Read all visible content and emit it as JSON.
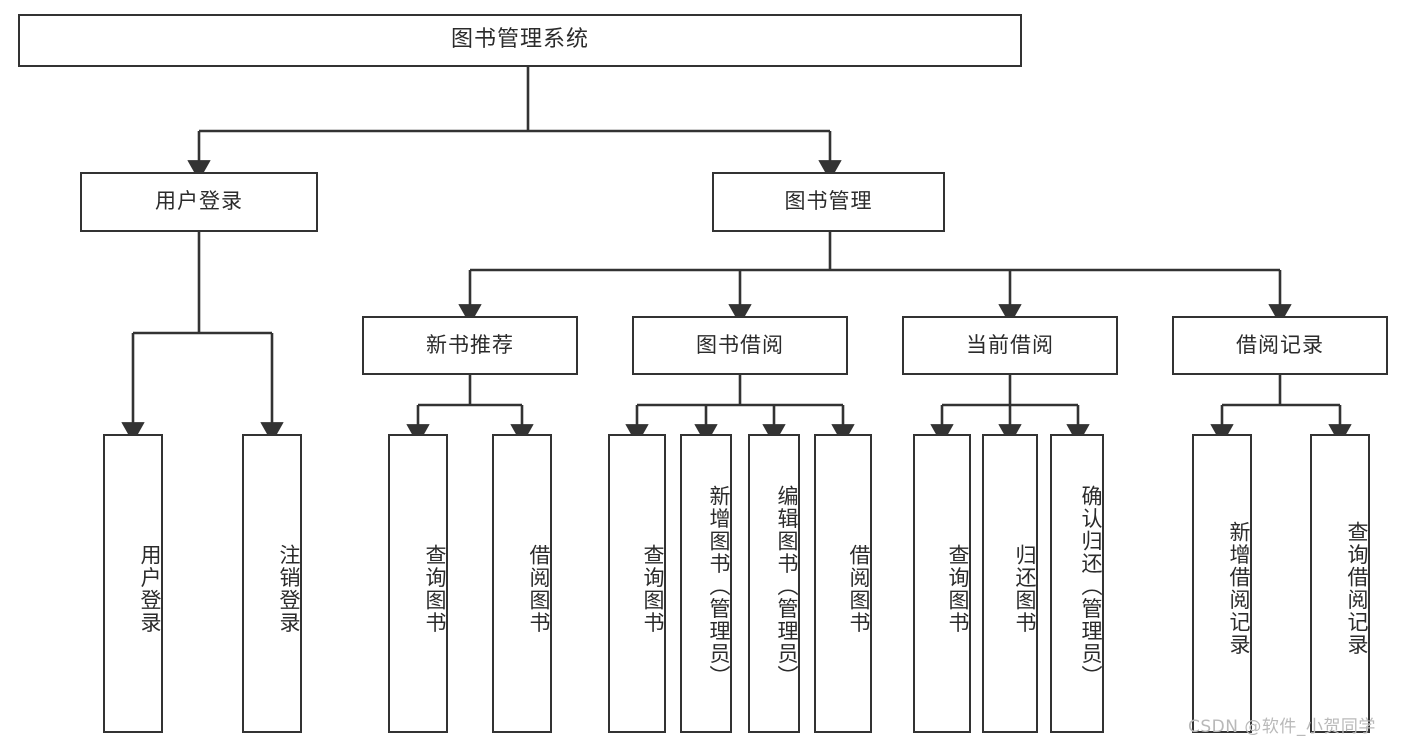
{
  "diagram": {
    "title": "图书管理系统",
    "watermark": "CSDN @软件_小贺同学",
    "edge_color": "#333333",
    "box_border_color": "#333333",
    "box_fill_color": "#ffffff",
    "text_color": "#2b2b2b",
    "background_color": "#ffffff"
  },
  "nodes": {
    "root": {
      "label": "图书管理系统"
    },
    "level1": [
      {
        "id": "user-login",
        "label": "用户登录"
      },
      {
        "id": "book-management",
        "label": "图书管理"
      }
    ],
    "level2": [
      {
        "id": "new-book-recommend",
        "label": "新书推荐"
      },
      {
        "id": "book-borrow",
        "label": "图书借阅"
      },
      {
        "id": "current-borrow",
        "label": "当前借阅"
      },
      {
        "id": "borrow-record",
        "label": "借阅记录"
      }
    ],
    "leaves": {
      "user_login": [
        {
          "id": "leaf-user-login",
          "label": "用户登录"
        },
        {
          "id": "leaf-logout-login",
          "label": "注销登录"
        }
      ],
      "new_book_recommend": [
        {
          "id": "leaf-query-book-1",
          "label": "查询图书"
        },
        {
          "id": "leaf-borrow-book-1",
          "label": "借阅图书"
        }
      ],
      "book_borrow": [
        {
          "id": "leaf-query-book-2",
          "label": "查询图书"
        },
        {
          "id": "leaf-add-book-admin",
          "label": "新增图书（管理员）"
        },
        {
          "id": "leaf-edit-book-admin",
          "label": "编辑图书（管理员）"
        },
        {
          "id": "leaf-borrow-book-2",
          "label": "借阅图书"
        }
      ],
      "current_borrow": [
        {
          "id": "leaf-query-book-3",
          "label": "查询图书"
        },
        {
          "id": "leaf-return-book",
          "label": "归还图书"
        },
        {
          "id": "leaf-confirm-return-admin",
          "label": "确认归还（管理员）"
        }
      ],
      "borrow_record": [
        {
          "id": "leaf-add-borrow-record",
          "label": "新增借阅记录"
        },
        {
          "id": "leaf-query-borrow-record",
          "label": "查询借阅记录"
        }
      ]
    }
  },
  "chart_data": {
    "type": "tree",
    "title": "图书管理系统 功能结构图",
    "root": "图书管理系统",
    "edges": [
      [
        "图书管理系统",
        "用户登录"
      ],
      [
        "图书管理系统",
        "图书管理"
      ],
      [
        "用户登录",
        "用户登录"
      ],
      [
        "用户登录",
        "注销登录"
      ],
      [
        "图书管理",
        "新书推荐"
      ],
      [
        "图书管理",
        "图书借阅"
      ],
      [
        "图书管理",
        "当前借阅"
      ],
      [
        "图书管理",
        "借阅记录"
      ],
      [
        "新书推荐",
        "查询图书"
      ],
      [
        "新书推荐",
        "借阅图书"
      ],
      [
        "图书借阅",
        "查询图书"
      ],
      [
        "图书借阅",
        "新增图书（管理员）"
      ],
      [
        "图书借阅",
        "编辑图书（管理员）"
      ],
      [
        "图书借阅",
        "借阅图书"
      ],
      [
        "当前借阅",
        "查询图书"
      ],
      [
        "当前借阅",
        "归还图书"
      ],
      [
        "当前借阅",
        "确认归还（管理员）"
      ],
      [
        "借阅记录",
        "新增借阅记录"
      ],
      [
        "借阅记录",
        "查询借阅记录"
      ]
    ],
    "depth": 4,
    "node_count": 20,
    "orientation": "top-down"
  }
}
